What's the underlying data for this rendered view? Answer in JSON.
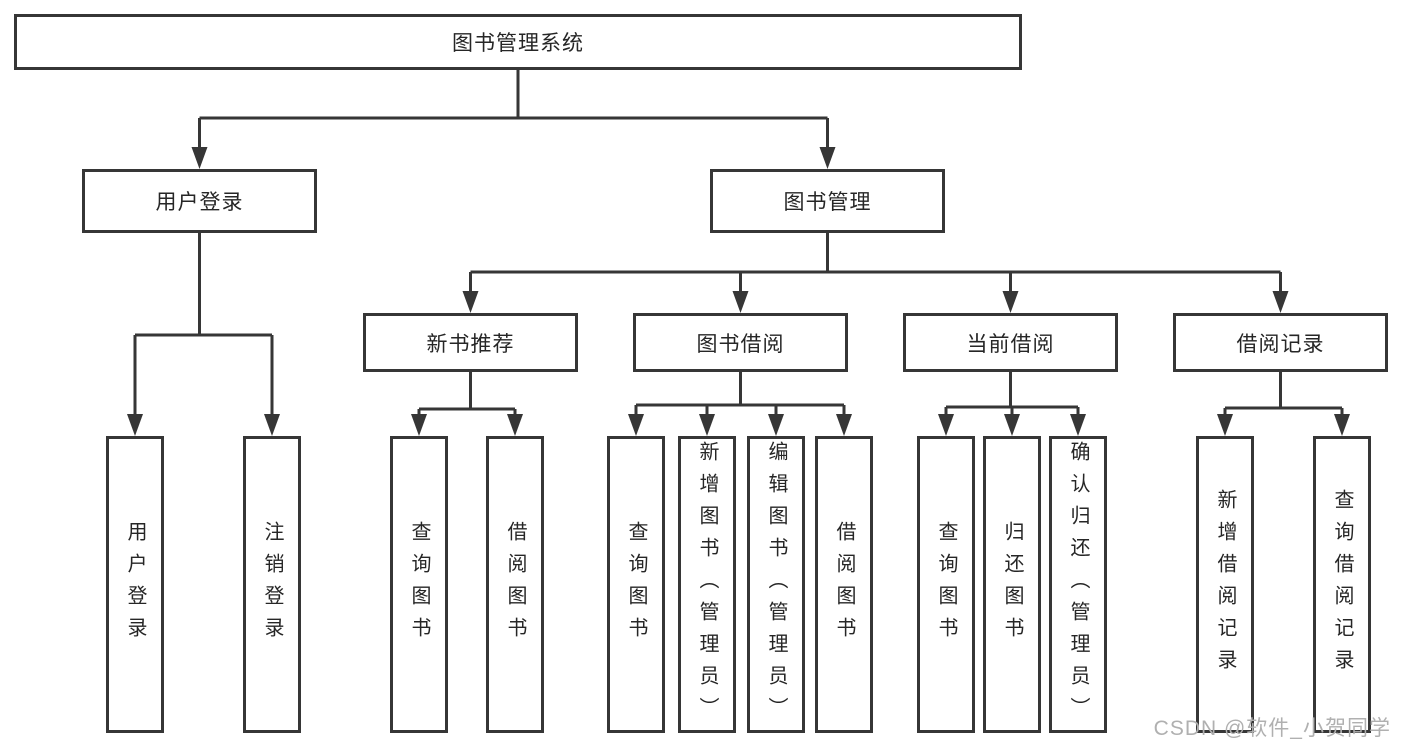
{
  "tree": {
    "label": "图书管理系统",
    "children": [
      {
        "label": "用户登录",
        "children": [
          {
            "label": "用户登录"
          },
          {
            "label": "注销登录"
          }
        ]
      },
      {
        "label": "图书管理",
        "children": [
          {
            "label": "新书推荐",
            "children": [
              {
                "label": "查询图书"
              },
              {
                "label": "借阅图书"
              }
            ]
          },
          {
            "label": "图书借阅",
            "children": [
              {
                "label": "查询图书"
              },
              {
                "label": "新增图书（管理员）"
              },
              {
                "label": "编辑图书（管理员）"
              },
              {
                "label": "借阅图书"
              }
            ]
          },
          {
            "label": "当前借阅",
            "children": [
              {
                "label": "查询图书"
              },
              {
                "label": "归还图书"
              },
              {
                "label": "确认归还（管理员）"
              }
            ]
          },
          {
            "label": "借阅记录",
            "children": [
              {
                "label": "新增借阅记录"
              },
              {
                "label": "查询借阅记录"
              }
            ]
          }
        ]
      }
    ]
  },
  "watermark": {
    "text": "CSDN @软件_小贺同学"
  },
  "colors": {
    "line": "#363636",
    "box_border": "#363636",
    "text": "#262626",
    "watermark": "#b0b0b0",
    "background": "#ffffff"
  }
}
